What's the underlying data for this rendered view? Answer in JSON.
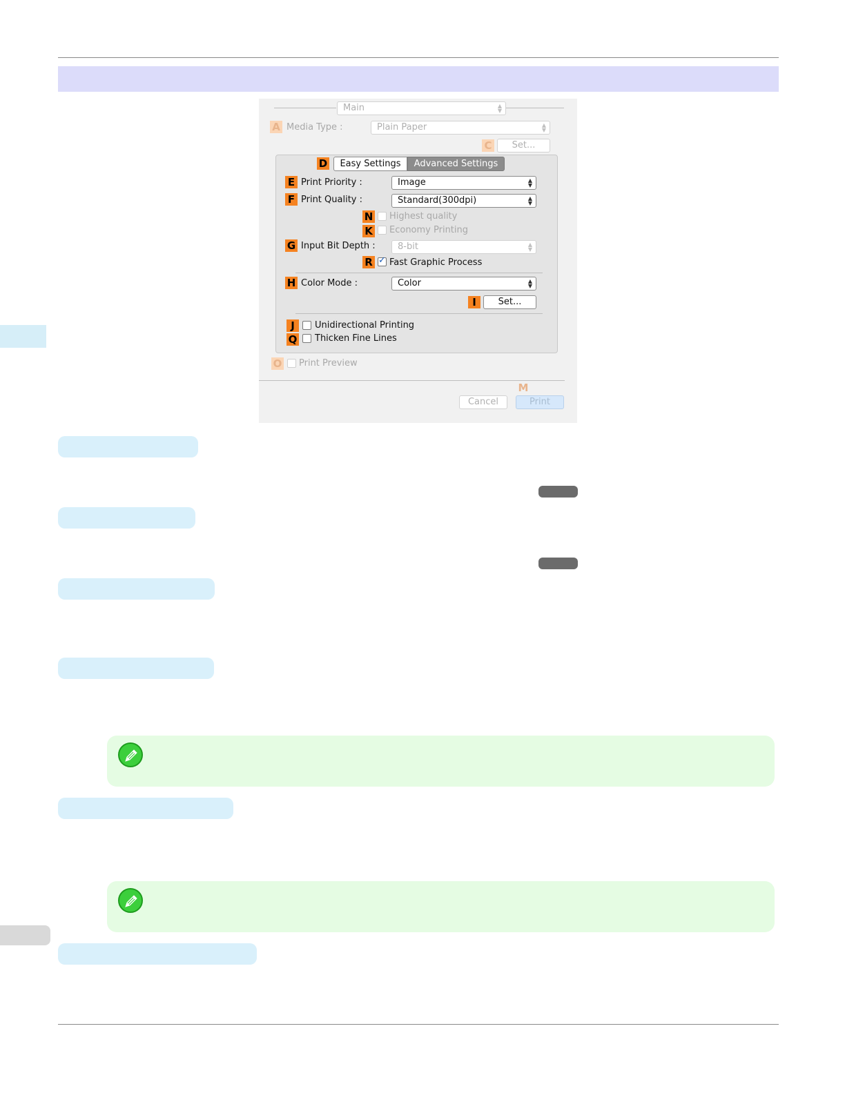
{
  "dialog": {
    "main_popup": "Main",
    "media_type": {
      "badge": "A",
      "label": "Media Type :",
      "value": "Plain Paper"
    },
    "set_top": {
      "badge": "C",
      "label": "Set..."
    },
    "tabs": {
      "badge": "D",
      "easy": "Easy Settings",
      "advanced": "Advanced Settings"
    },
    "print_priority": {
      "badge": "E",
      "label": "Print Priority :",
      "value": "Image"
    },
    "print_quality": {
      "badge": "F",
      "label": "Print Quality :",
      "value": "Standard(300dpi)"
    },
    "highest_quality": {
      "badge": "N",
      "label": "Highest quality"
    },
    "economy_printing": {
      "badge": "K",
      "label": "Economy Printing"
    },
    "input_bit_depth": {
      "badge": "G",
      "label": "Input Bit Depth :",
      "value": "8-bit"
    },
    "fast_graphic": {
      "badge": "R",
      "label": "Fast Graphic Process"
    },
    "color_mode": {
      "badge": "H",
      "label": "Color Mode :",
      "value": "Color"
    },
    "set_color": {
      "badge": "I",
      "label": "Set..."
    },
    "unidirectional": {
      "badge": "J",
      "label": "Unidirectional Printing"
    },
    "thicken": {
      "badge": "Q",
      "label": "Thicken Fine Lines"
    },
    "print_preview": {
      "badge": "O",
      "label": "Print Preview"
    },
    "cancel": "Cancel",
    "print": {
      "badge": "M",
      "label": "Print"
    }
  }
}
